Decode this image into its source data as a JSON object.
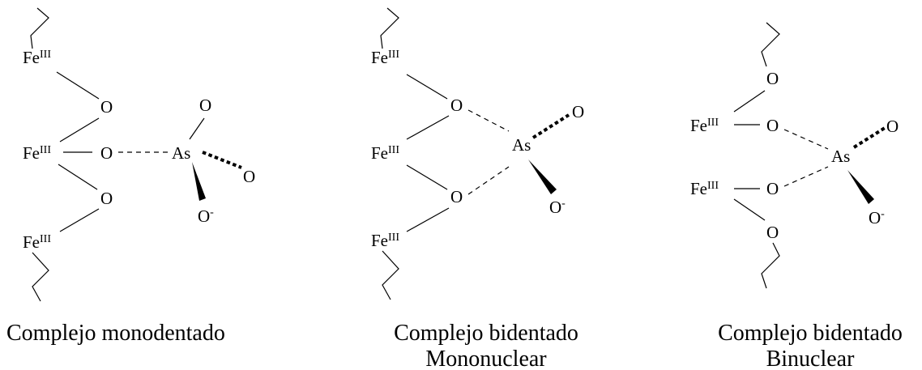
{
  "atoms": {
    "fe": "Fe",
    "fe_ox": "III",
    "o": "O",
    "o_minus": "O",
    "charge": "-",
    "as": "As"
  },
  "captions": {
    "mono": "Complejo monodentado",
    "bi_mono_1": "Complejo bidentado",
    "bi_mono_2": "Mononuclear",
    "bi_bi_1": "Complejo bidentado",
    "bi_bi_2": "Binuclear"
  }
}
